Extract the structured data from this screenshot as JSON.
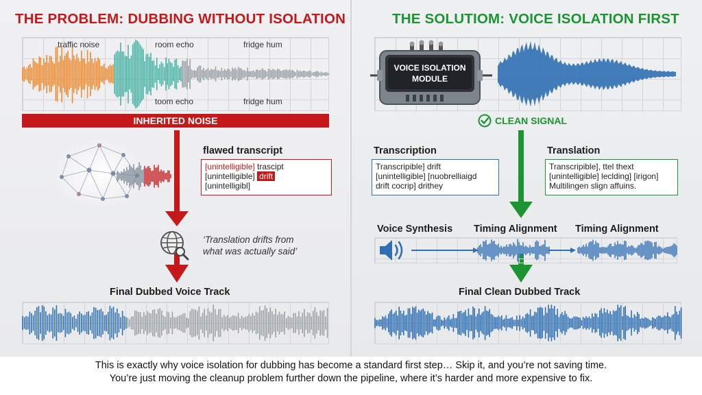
{
  "problem": {
    "title": "THE PROBLEM: DUBBING WITHOUT ISOLATION",
    "noise_labels_top": [
      "traffic noise",
      "room echo",
      "fridge hum"
    ],
    "noise_labels_bottom": [
      "toom echo",
      "fridge hum"
    ],
    "banner": "INHERITED NOISE",
    "transcript_title": "flawed transcript",
    "transcript_lines": {
      "line1_tag": "[unintelligible]",
      "line1_text": " trascipt",
      "line2_tag": "[unintelligible]",
      "line2_highlight": "drift",
      "line3_tag": "[unintelligibl]"
    },
    "quote_line1": "‘Translation drifts from",
    "quote_line2": "what was actually said’",
    "final_label": "Final Dubbed Voice Track"
  },
  "solution": {
    "title": "THE SOLUTIOM: VOICE ISOLATION FIRST",
    "module_line1": "VOICE ISOLATION",
    "module_line2": "MODULE",
    "clean_signal": "CLEAN SIGNAL",
    "transcription_title": "Transcription",
    "transcription_lines": [
      "Transcripible] drift",
      "[unintelligible] [nuobrelliaigd",
      "drift cocrip] drithey"
    ],
    "translation_title": "Translation",
    "translation_lines": [
      "Transcripible], ttel thext",
      "[unintelligible] leclding] [irigon]",
      "Multilingen slign affuins."
    ],
    "voice_synthesis": "Voice Synthesis",
    "timing_alignment_1": "Timing Alignment",
    "timing_alignment_2": "Timing Alignment",
    "final_label": "Final Clean Dubbed Track"
  },
  "footer": {
    "line1": "This is exactly why voice isolation for dubbing has become a standard first step… Skip it, and you’re not saving time.",
    "line2": "You’re just moving the cleanup problem further down the pipeline, where it’s harder and more expensive to fix."
  },
  "colors": {
    "problem_red": "#c4181b",
    "solution_green": "#1c9432",
    "voice_blue": "#2f6fb3",
    "noise_orange": "#f08a2e",
    "noise_teal": "#47b3a5",
    "noise_grey": "#9aa0a6"
  },
  "icons": {
    "network": "neural-network-icon",
    "globe": "globe-search-icon",
    "check": "check-circle-icon",
    "speaker": "speaker-icon"
  }
}
